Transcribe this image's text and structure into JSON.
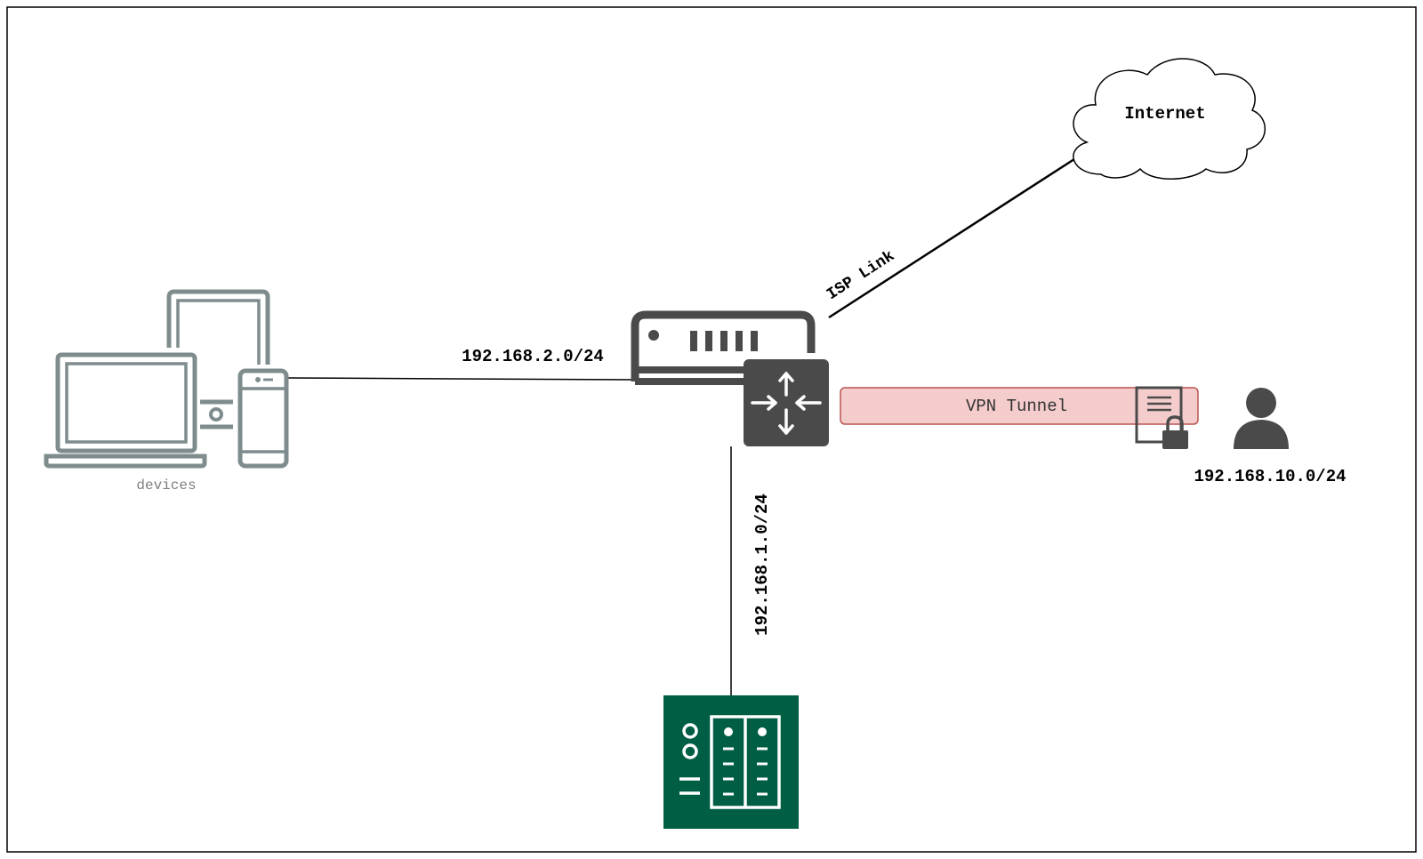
{
  "labels": {
    "internet": "Internet",
    "isp_link": "ISP Link",
    "subnet_devices": "192.168.2.0/24",
    "subnet_server": "192.168.1.0/24",
    "subnet_remote": "192.168.10.0/24",
    "vpn_tunnel": "VPN Tunnel",
    "devices": "devices"
  },
  "icons": {
    "devices": "devices-icon",
    "router": "router-icon",
    "cloud": "cloud-icon",
    "server": "server-rack-icon",
    "user": "user-icon",
    "certificate": "certificate-lock-icon"
  },
  "colors": {
    "router_fill": "#4a4a4a",
    "devices_stroke": "#7f8c8d",
    "server_fill": "#005e45",
    "vpn_fill": "#f5cccc",
    "vpn_stroke": "#b85450",
    "line": "#000000"
  }
}
